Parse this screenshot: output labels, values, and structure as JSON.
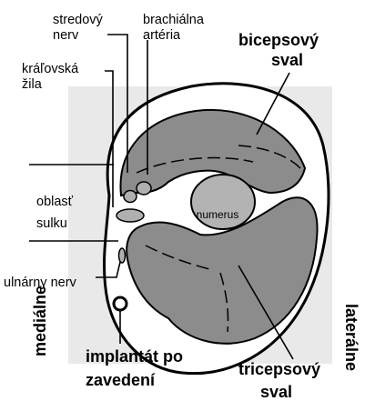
{
  "labels": {
    "median_nerve": [
      "stredový",
      "nerv"
    ],
    "brachial_artery": [
      "brachiálna",
      "artéria"
    ],
    "biceps": [
      "bicepsový",
      "sval"
    ],
    "basilic_vein": [
      "kráľovská",
      "žila"
    ],
    "sulcus_area": [
      "oblasť",
      "sulku"
    ],
    "humerus": "numerus",
    "ulnar_nerve": "ulnárny nerv",
    "medial": "mediálne",
    "lateral": "laterálne",
    "implant": [
      "implantát po",
      "zavedení"
    ],
    "triceps": [
      "tricepsový",
      "sval"
    ]
  },
  "colors": {
    "background_panel": "#e9e9e9",
    "skin": "#ffffff",
    "muscle": "#8c8c8c",
    "humerus": "#b3b3b3",
    "small_structures": "#b0b0b0",
    "outline": "#000000"
  }
}
